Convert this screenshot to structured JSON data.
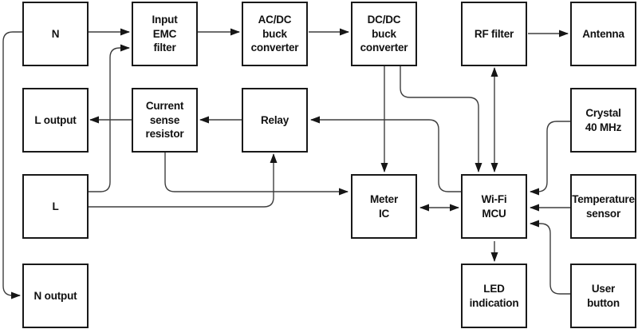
{
  "diagram": {
    "type": "block-diagram",
    "subject": "Wi-Fi smart plug / energy meter hardware block diagram",
    "colors": {
      "background": "#ffffff",
      "line": "#3e3e3e",
      "arrow": "#161616",
      "block_border": "#191919",
      "text": "#111111"
    },
    "blocks": [
      {
        "id": "n",
        "label": "N"
      },
      {
        "id": "input-emc-filter",
        "label": "Input\nEMC\nfilter"
      },
      {
        "id": "acdc-buck-converter",
        "label": "AC/DC\nbuck\nconverter"
      },
      {
        "id": "dcdc-buck-converter",
        "label": "DC/DC\nbuck\nconverter"
      },
      {
        "id": "rf-filter",
        "label": "RF filter"
      },
      {
        "id": "antenna",
        "label": "Antenna"
      },
      {
        "id": "l-output",
        "label": "L output"
      },
      {
        "id": "current-sense-resistor",
        "label": "Current\nsense\nresistor"
      },
      {
        "id": "relay",
        "label": "Relay"
      },
      {
        "id": "crystal-40mhz",
        "label": "Crystal\n40 MHz"
      },
      {
        "id": "l",
        "label": "L"
      },
      {
        "id": "meter-ic",
        "label": "Meter\nIC"
      },
      {
        "id": "wifi-mcu",
        "label": "Wi-Fi\nMCU"
      },
      {
        "id": "temperature-sensor",
        "label": "Temperature\nsensor"
      },
      {
        "id": "n-output",
        "label": "N output"
      },
      {
        "id": "led-indication",
        "label": "LED\nindication"
      },
      {
        "id": "user-button",
        "label": "User\nbutton"
      }
    ],
    "connectors": [
      {
        "from": "n",
        "to": "input-emc-filter",
        "bidirectional": false
      },
      {
        "from": "l",
        "to": "input-emc-filter",
        "bidirectional": false
      },
      {
        "from": "input-emc-filter",
        "to": "acdc-buck-converter",
        "bidirectional": false
      },
      {
        "from": "acdc-buck-converter",
        "to": "dcdc-buck-converter",
        "bidirectional": false
      },
      {
        "from": "dcdc-buck-converter",
        "to": "meter-ic",
        "bidirectional": false
      },
      {
        "from": "dcdc-buck-converter",
        "to": "wifi-mcu",
        "bidirectional": false
      },
      {
        "from": "rf-filter",
        "to": "wifi-mcu",
        "bidirectional": true
      },
      {
        "from": "rf-filter",
        "to": "antenna",
        "bidirectional": false
      },
      {
        "from": "relay",
        "to": "current-sense-resistor",
        "bidirectional": false
      },
      {
        "from": "current-sense-resistor",
        "to": "l-output",
        "bidirectional": false
      },
      {
        "from": "wifi-mcu",
        "to": "relay",
        "bidirectional": false
      },
      {
        "from": "l",
        "to": "relay",
        "bidirectional": false
      },
      {
        "from": "current-sense-resistor",
        "to": "meter-ic",
        "bidirectional": false
      },
      {
        "from": "meter-ic",
        "to": "wifi-mcu",
        "bidirectional": true
      },
      {
        "from": "crystal-40mhz",
        "to": "wifi-mcu",
        "bidirectional": false
      },
      {
        "from": "temperature-sensor",
        "to": "wifi-mcu",
        "bidirectional": false
      },
      {
        "from": "user-button",
        "to": "wifi-mcu",
        "bidirectional": false
      },
      {
        "from": "wifi-mcu",
        "to": "led-indication",
        "bidirectional": false
      },
      {
        "from": "n",
        "to": "n-output",
        "bidirectional": false
      }
    ]
  }
}
